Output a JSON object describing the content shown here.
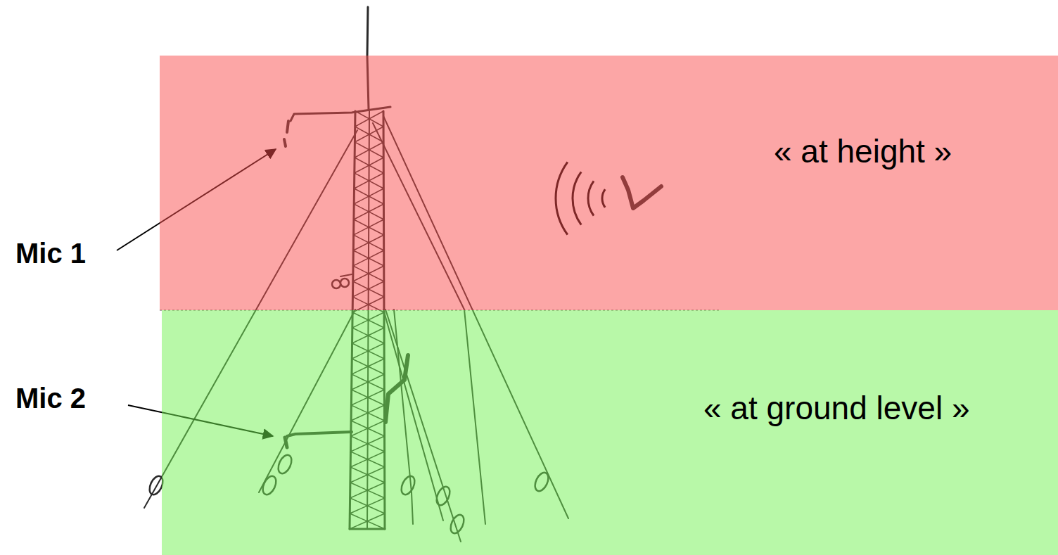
{
  "diagram": {
    "nodes": [
      {
        "text": [
          "« at height »"
        ]
      },
      {
        "text": [
          "« at ground level »"
        ]
      }
    ],
    "labels": [
      "Mic 1",
      "Mic 2"
    ]
  }
}
